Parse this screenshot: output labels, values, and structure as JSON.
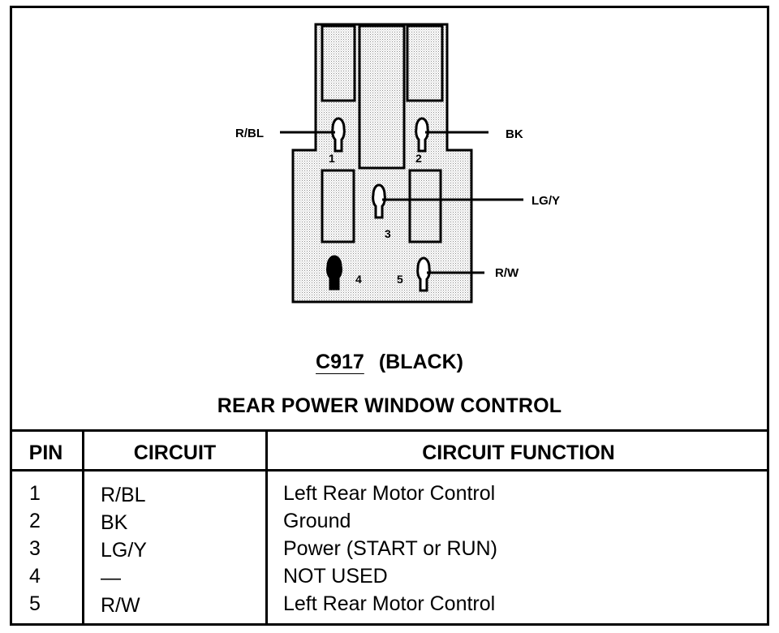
{
  "connector": {
    "id": "C917",
    "color": "(BLACK)",
    "title": "REAR POWER WINDOW CONTROL"
  },
  "wire_labels": [
    "R/BL",
    "BK",
    "LG/Y",
    "R/W"
  ],
  "pin_numbers": [
    "1",
    "2",
    "3",
    "4",
    "5"
  ],
  "table": {
    "headers": {
      "pin": "PIN",
      "circuit": "CIRCUIT",
      "function": "CIRCUIT FUNCTION"
    },
    "rows": [
      {
        "pin": "1",
        "circuit": "R/BL",
        "function": "Left Rear Motor Control"
      },
      {
        "pin": "2",
        "circuit": "BK",
        "function": "Ground"
      },
      {
        "pin": "3",
        "circuit": "LG/Y",
        "function": "Power (START or RUN)"
      },
      {
        "pin": "4",
        "circuit": "—",
        "function": "NOT USED"
      },
      {
        "pin": "5",
        "circuit": "R/W",
        "function": "Left Rear Motor Control"
      }
    ]
  }
}
